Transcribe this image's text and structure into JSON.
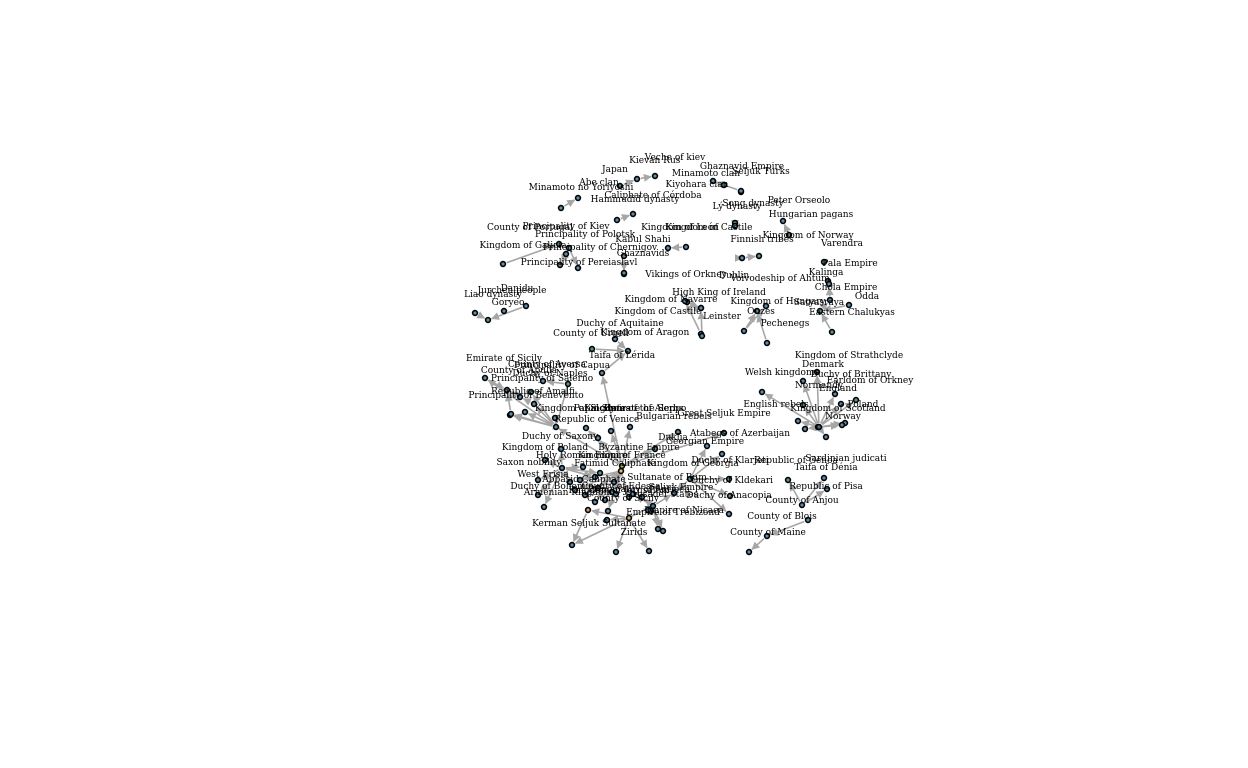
{
  "diagram": {
    "type": "network-graph",
    "edge_color": "#a6a6a6",
    "node_default_color": "#5b8fa8",
    "labels": {
      "veche_of_kiev": "Veche of kiev",
      "kievan_rus": "Kievan Rus'",
      "japan": "Japan",
      "abe_clan": "Abe clan",
      "minamoto_yoriyoshi": "Minamoto no Yoriyoshi",
      "ghaznavid_empire": "Ghaznavid Empire",
      "seljuk_turks": "Seljuk Turks",
      "minamoto_clan": "Minamoto clan",
      "kiyohara_clan": "Kiyohara clan",
      "caliphate_cordoba": "Caliphate of Córdoba",
      "hammudid_dynasty": "Hammudid dynasty",
      "song_dynasty": "Song dynasty",
      "ly_dynasty": "Lý dynasty",
      "peter_orseolo": "Peter Orseolo",
      "hungarian_pagans": "Hungarian pagans",
      "county_of_portugal": "County of Portugal",
      "principality_kiev": "Principality of Kiev",
      "principality_polotsk": "Principality of Polotsk",
      "kingdom_galicia": "Kingdom of Galicia",
      "principality_chernigov": "Principality of Chernigov",
      "kabul_shahi": "Kabul Shahi",
      "ghaznavids": "Ghaznavids",
      "kingdom_leon": "Kingdom of León",
      "kingdom_castile_top": "Kingdom of Castile",
      "finnish_tribes": "Finnish tribes",
      "kingdom_norway": "Kingdom of Norway",
      "varendra": "Varendra",
      "principality_pereiaslavl": "Principality of Pereiaslavl",
      "pala_empire": "Pala Empire",
      "kalinga": "Kalinga",
      "vikings_orkney": "Vikings of Orkney",
      "dublin": "Dublin",
      "voivodeship_ahtum": "Voivodeship of Ahtum",
      "jurchen_people": "Jurchen people",
      "danidu": "Danidu",
      "liao_dynasty": "Liao dynasty",
      "goryeo": "Goryeo",
      "chola_empire": "Chola Empire",
      "odda": "Odda",
      "kingdom_navarre": "Kingdom of Navarre",
      "high_king_ireland": "High King of Ireland",
      "kingdom_hungary": "Kingdom of Hungary",
      "ouzes": "Ouzes",
      "satyasraya": "Satyasraya",
      "eastern_chalukyas": "Eastern Chalukyas",
      "kingdom_castile": "Kingdom of Castile",
      "leinster": "Leinster",
      "pechenegs": "Pechenegs",
      "duchy_aquitaine": "Duchy of Aquitaine",
      "county_urgell": "County of Urgell",
      "kingdom_aragon": "Kingdom of Aragon",
      "taifa_lerida": "Taifa of Lérida",
      "kingdom_strathclyde": "Kingdom of Strathclyde",
      "denmark": "Denmark",
      "emirate_sicily": "Emirate of Sicily",
      "county_aversa": "County of Aversa",
      "principality_capua": "Principality of Capua",
      "county_apulia": "County of Apulia",
      "duchy_naples": "Duchy of Naples",
      "principality_salerno": "Principality of Salerno",
      "welsh_kingdoms": "Welsh kingdoms",
      "duchy_brittany": "Duchy of Brittany",
      "normandy": "Normandy",
      "earldom_orkney": "Earldom of Orkney",
      "england": "England",
      "republic_amalfi": "Republic of Amalfi",
      "principality_benevento": "Principality of Benevento",
      "english_rebels": "English rebels",
      "kingdom_scotland": "Kingdom of Scotland",
      "poland": "Poland",
      "norway": "Norway",
      "kingdom_sicily": "Kingdom of Sicily",
      "emirate_aleppo": "Emirate of Aleppo",
      "papal_states": "Papal States",
      "great_seljuk": "Great Seljuk Empire",
      "kingdom_serbs": "Kingdom of the Serbs",
      "bulgarian_rebels": "Bulgarian rebels",
      "republic_venice": "Republic of Venice",
      "atabegs_azerbaijan": "Atabegs of Azerbaijan",
      "duchy_saxony": "Duchy of Saxony",
      "duklja": "Duklja",
      "georgian_empire": "Georgian Empire",
      "kingdom_poland": "Kingdom of Poland",
      "byzantine_empire": "Byzantine Empire",
      "holy_roman_empire": "Holy Roman Empire",
      "kingdom_france": "Kingdom of France",
      "saxon_nobility": "Saxon nobility",
      "duchy_klarjeti": "Duchy of Klarjeti",
      "fatimid_caliphate": "Fatimid Caliphate",
      "kingdom_georgia": "Kingdom of Georgia",
      "republic_genoa": "Republic of Genoa",
      "sardinian_judicati": "Sardinian judicati",
      "west_frisia": "West Frisia",
      "sultanate_rum": "Sultanate of Rum",
      "taifa_denia": "Taifa of Dénia",
      "abbasid_caliphate": "Abbasid Caliphate",
      "duchy_kldekari": "Duchy of Kldekari",
      "duchy_bohemia": "Duchy of Bohemia",
      "county_edessa": "County of Edessa",
      "seljuk_empire": "Seljuk Empire",
      "republic_pisa": "Republic of Pisa",
      "armenian_kingdom": "Armenian Kingdom",
      "kingdom_jerusalem": "Kingdom of Jerusalem",
      "crusader_states": "Crusader states",
      "principality_antioch": "Principality of Antioch",
      "duchy_anacopia": "Duchy of Anacopia",
      "county_sicily": "County of Sicily",
      "county_anjou": "County of Anjou",
      "empire_nicaea": "Empire of Nicaea",
      "empire_trebizond": "Empire of Trebizond",
      "county_blois": "County of Blois",
      "kerman_seljuk": "Kerman Seljuk Sultanate",
      "zirids": "Zirids",
      "county_maine": "County of Maine"
    }
  }
}
